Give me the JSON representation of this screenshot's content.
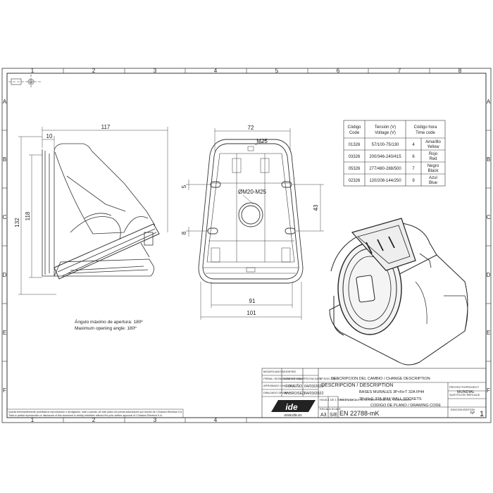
{
  "grid": {
    "columns": [
      "1",
      "2",
      "3",
      "4",
      "5",
      "6",
      "7",
      "8"
    ],
    "rows": [
      "A",
      "B",
      "C",
      "D",
      "E",
      "F"
    ]
  },
  "side_view": {
    "dim_width": "117",
    "dim_offset": "10",
    "dim_height_inner": "118",
    "dim_height_outer": "132"
  },
  "front_view": {
    "dim_top": "72",
    "gland_top": "M25",
    "gland_center": "ØM20-M25",
    "dim_5": "5",
    "dim_8": "8",
    "dim_43": "43",
    "dim_91": "91",
    "dim_101": "101"
  },
  "opening_note": {
    "line1": "Ángulo máximo de apertura: 180º",
    "line2": "Maximum opening angle: 180º"
  },
  "code_table": {
    "headers": [
      [
        "Código",
        "Code"
      ],
      [
        "Tensión (V)",
        "Voltage (V)"
      ],
      [
        "Código hora",
        "Time code"
      ]
    ],
    "rows": [
      {
        "code": "01326",
        "voltage": "57/100-75/130",
        "hour": "4",
        "color": [
          "Amarillo",
          "Yellow"
        ]
      },
      {
        "code": "03326",
        "voltage": "200/346-240/415",
        "hour": "6",
        "color": [
          "Rojo",
          "Red"
        ]
      },
      {
        "code": "05326",
        "voltage": "277/480-288/500",
        "hour": "7",
        "color": [
          "Negro",
          "Black"
        ]
      },
      {
        "code": "02326",
        "voltage": "120/208-144/250",
        "hour": "9",
        "color": [
          "Azul",
          "Blue"
        ]
      }
    ]
  },
  "title_block": {
    "modificado": "MODIFICADO MODIFIED",
    "firma": "FIRMA / SIGNATURE DIGITAL",
    "nombre": "NOMBRE NAME",
    "fecha": "FECHA DATE",
    "nedic": "Nº EDIC. EDIT",
    "desc_cambio": "DESCRIPCION DEL CAMBIO / CHANGE DESCRIPTION",
    "aprobado": "APROBADO CHECKED",
    "aprobado_name": "J.DUEÑO",
    "aprobado_date": "04/03/2022",
    "dibujado": "DIBUJADO DRAWN",
    "dibujado_name": "M.BROSED",
    "dibujado_date": "04/03/2022",
    "descripcion_label": "DESCRIPCION / DESCRIPTION",
    "descripcion_line1": "BASES MURALES 3P+N+T 32A IP44",
    "descripcion_line2": "3P+N+E 32A IP44 WALL SOCKETS",
    "proyecto_label": "PROYECTO/PROJECT",
    "proyecto_value": "MUNDIAL",
    "sustituye_label": "SUSTITUYE/ REPLACE",
    "hoja": "HOJA 1 DE 1 SHEET 1 OF 1",
    "tolerancias": "TOLERANCIAS GENERALES GENERAL TOLERANCES",
    "escala_label": "ESCALA SCALE",
    "size": "A3",
    "scale": "S/E",
    "drawing_code_label": "CODIGO DE PLANO / DRAWING CODE",
    "drawing_code": "EN 22788-mK",
    "edicion_label": "EDICION EDITION",
    "edicion_num": "Nº",
    "edicion_value": "1",
    "logo": "ide",
    "logo_url": "www.ide.es"
  },
  "copyright": {
    "line1": "Queda terminantemente prohibida la reproducción o divulgación, total o parcial, de este plano sin previa autorización por escrito de I.Ocasion Eléctrica S.A.",
    "line2": "Total or partial reproduction or disclosure of this document is strictly forbidden without the prior written approval of I.Ocasion Eléctrica S.A."
  }
}
